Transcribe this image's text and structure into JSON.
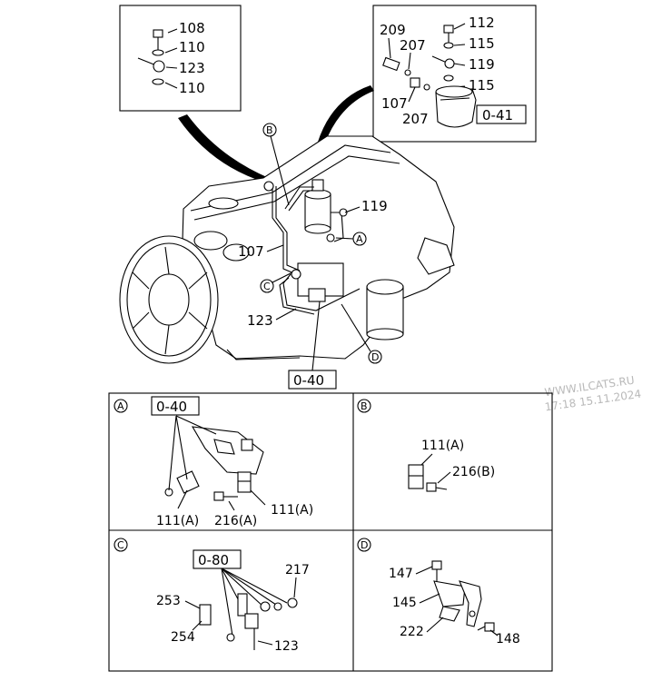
{
  "detail_top_left": {
    "labels": [
      "108",
      "110",
      "123",
      "110"
    ]
  },
  "detail_top_right": {
    "labels": [
      "209",
      "207",
      "112",
      "115",
      "119",
      "115",
      "107",
      "207"
    ],
    "ref": "0-41"
  },
  "main_view": {
    "callouts": [
      "B",
      "A",
      "C",
      "D"
    ],
    "labels": [
      "119",
      "107",
      "123"
    ],
    "ref": "0-40"
  },
  "watermark": {
    "line1": "WWW.ILCATS.RU",
    "line2": "17:18 15.11.2024"
  },
  "panels": {
    "A": {
      "letter": "A",
      "ref": "0-40",
      "labels": [
        "111(A)",
        "216(A)",
        "111(A)"
      ]
    },
    "B": {
      "letter": "B",
      "labels": [
        "111(A)",
        "216(B)"
      ]
    },
    "C": {
      "letter": "C",
      "ref": "0-80",
      "labels": [
        "217",
        "253",
        "254",
        "123"
      ]
    },
    "D": {
      "letter": "D",
      "labels": [
        "147",
        "145",
        "222",
        "148"
      ]
    }
  }
}
